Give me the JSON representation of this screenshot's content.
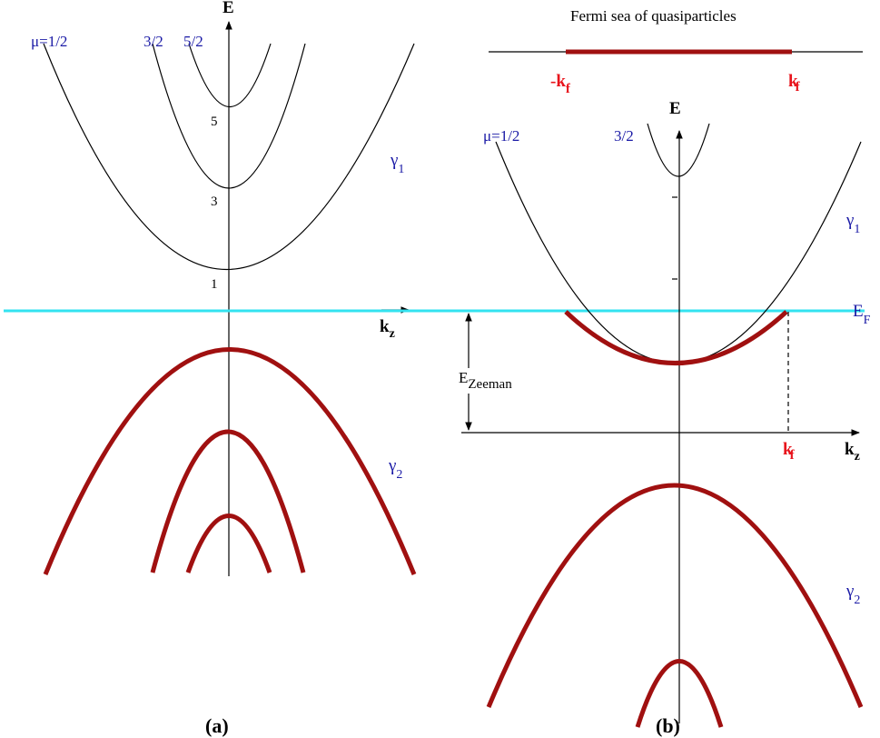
{
  "colors": {
    "hole_band": "#a01010",
    "fermi_line": "#33e3f0",
    "label_blue": "#1a1aa6",
    "label_red": "#e8141c",
    "electron_band": "#000000"
  },
  "panel_a": {
    "caption": "(a)",
    "axis_e": "E",
    "axis_k": "k",
    "axis_k_sub": "z",
    "mu_labels": [
      "μ=1/2",
      "3/2",
      "5/2"
    ],
    "level_ticks": [
      "1",
      "3",
      "5"
    ],
    "gamma1": "γ",
    "gamma1_sub": "1",
    "gamma2": "γ",
    "gamma2_sub": "2"
  },
  "panel_b": {
    "caption": "(b)",
    "fermi_sea_title": "Fermi sea of quasiparticles",
    "neg_kf": "-k",
    "neg_kf_sub": "f",
    "pos_kf": "k",
    "pos_kf_sub": "f",
    "axis_e": "E",
    "mu_labels": [
      "μ=1/2",
      "3/2"
    ],
    "gamma1": "γ",
    "gamma1_sub": "1",
    "gamma2": "γ",
    "gamma2_sub": "2",
    "ef_label": "E",
    "ef_sub": "F",
    "zeeman_label": "E",
    "zeeman_sub": "Zeeman",
    "kf_axis": "k",
    "kf_axis_sub": "f",
    "axis_k": "k",
    "axis_k_sub": "z"
  }
}
